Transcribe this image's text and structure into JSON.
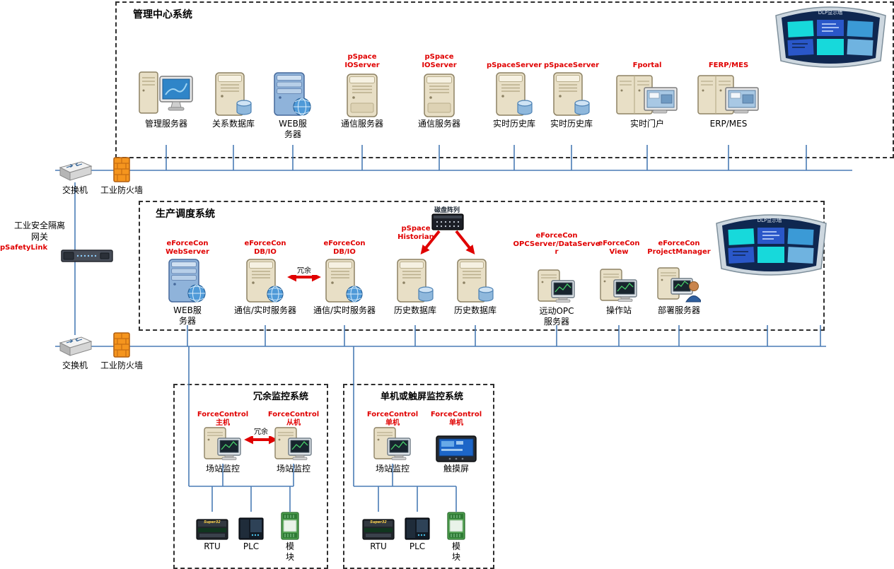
{
  "zones": {
    "management": {
      "title": "管理中心系统"
    },
    "production": {
      "title": "生产调度系统"
    },
    "redundant": {
      "title": "冗余监控系统"
    },
    "standalone": {
      "title": "单机或触屏监控系统"
    }
  },
  "infrastructure": {
    "switch_top_label": "交换机",
    "firewall_top_label": "工业防火墙",
    "switch_bottom_label": "交换机",
    "firewall_bottom_label": "工业防火墙",
    "gateway_label": "工业安全隔离\n网关",
    "gateway_product": "pSafetyLink",
    "switch_icon": "switch",
    "firewall_icon": "firewall",
    "gateway_icon": "rack-server"
  },
  "management_nodes": [
    {
      "product": "",
      "label": "管理服务器",
      "icon": "desktop"
    },
    {
      "product": "",
      "label": "关系数据库",
      "icon": "server-db"
    },
    {
      "product": "",
      "label": "WEB服\n务器",
      "icon": "server-web"
    },
    {
      "product": "pSpace\nIOServer",
      "label": "通信服务器",
      "icon": "server"
    },
    {
      "product": "pSpace\nIOServer",
      "label": "通信服务器",
      "icon": "server"
    },
    {
      "product": "pSpaceServer",
      "label": "实时历史库",
      "icon": "server-db"
    },
    {
      "product": "pSpaceServer",
      "label": "实时历史库",
      "icon": "server-db"
    },
    {
      "product": "Fportal",
      "label": "实时门户",
      "icon": "workstation-large"
    },
    {
      "product": "FERP/MES",
      "label": "ERP/MES",
      "icon": "workstation-large"
    }
  ],
  "management_wall": {
    "label": "DLP显示墙",
    "icon": "dlp-wall"
  },
  "production": {
    "web": {
      "product": "eForceCon\nWebServer",
      "label": "WEB服\n务器",
      "icon": "server-web"
    },
    "comm1": {
      "product": "eForceCon\nDB/IO",
      "label": "通信/实时服务器",
      "icon": "server-globe"
    },
    "comm2": {
      "product": "eForceCon\nDB/IO",
      "label": "通信/实时服务器",
      "icon": "server-globe"
    },
    "redundancy_label": "冗余",
    "disk_array": {
      "label": "磁盘阵列",
      "product": "pSpace\nHistorian",
      "icon": "disk-array"
    },
    "hist1": {
      "product": "",
      "label": "历史数据库",
      "icon": "server-db"
    },
    "hist2": {
      "product": "",
      "label": "历史数据库",
      "icon": "server-db"
    },
    "opc": {
      "product": "eForceCon\nOPCServer/DataServe\nr",
      "label": "远动OPC\n服务器",
      "icon": "workstation"
    },
    "view": {
      "product": "eForceCon\nView",
      "label": "操作站",
      "icon": "workstation"
    },
    "deploy": {
      "product": "eForceCon\nProjectManager",
      "label": "部署服务器",
      "icon": "workstation-person"
    },
    "wall": {
      "label": "DLP显示墙",
      "icon": "dlp-wall"
    }
  },
  "redundant_system": {
    "master": {
      "product": "ForceControl\n主机",
      "label": "场站监控",
      "icon": "workstation"
    },
    "slave": {
      "product": "ForceControl\n从机",
      "label": "场站监控",
      "icon": "workstation"
    },
    "redundancy_label": "冗余",
    "devices": [
      {
        "label": "RTU",
        "icon": "rtu",
        "face_text": "Super32"
      },
      {
        "label": "PLC",
        "icon": "plc",
        "face_text": ""
      },
      {
        "label": "模\n块",
        "icon": "io-module",
        "face_text": ""
      }
    ]
  },
  "standalone_system": {
    "pc": {
      "product": "ForceControl\n单机",
      "label": "场站监控",
      "icon": "workstation"
    },
    "touch": {
      "product": "ForceControl\n单机",
      "label": "触摸屏",
      "icon": "touchscreen"
    },
    "devices": [
      {
        "label": "RTU",
        "icon": "rtu",
        "face_text": "Super32"
      },
      {
        "label": "PLC",
        "icon": "plc",
        "face_text": ""
      },
      {
        "label": "模\n块",
        "icon": "io-module",
        "face_text": ""
      }
    ]
  },
  "colors": {
    "line_blue": "#4a7cb5",
    "accent_red": "#e00000",
    "firewall_orange": "#f5951e"
  }
}
